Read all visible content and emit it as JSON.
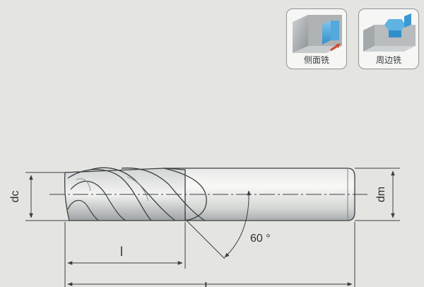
{
  "operations": [
    {
      "label": "侧面铣",
      "icon": "side-milling-icon",
      "accent": "#2f8fc9"
    },
    {
      "label": "周边铣",
      "icon": "peripheral-milling-icon",
      "accent": "#2f8fc9"
    }
  ],
  "drawing": {
    "dim_cutting_diameter": "dc",
    "dim_shank_diameter": "dm",
    "dim_flute_length": "l",
    "dim_overall_length": "L",
    "helix_angle": "60 °"
  },
  "colors": {
    "paper": "#e4e5e1",
    "line": "#3b3f43",
    "tool_light": "#f1f2f0",
    "tool_shade": "#b9bcbd",
    "arrow": "#d14b32"
  }
}
